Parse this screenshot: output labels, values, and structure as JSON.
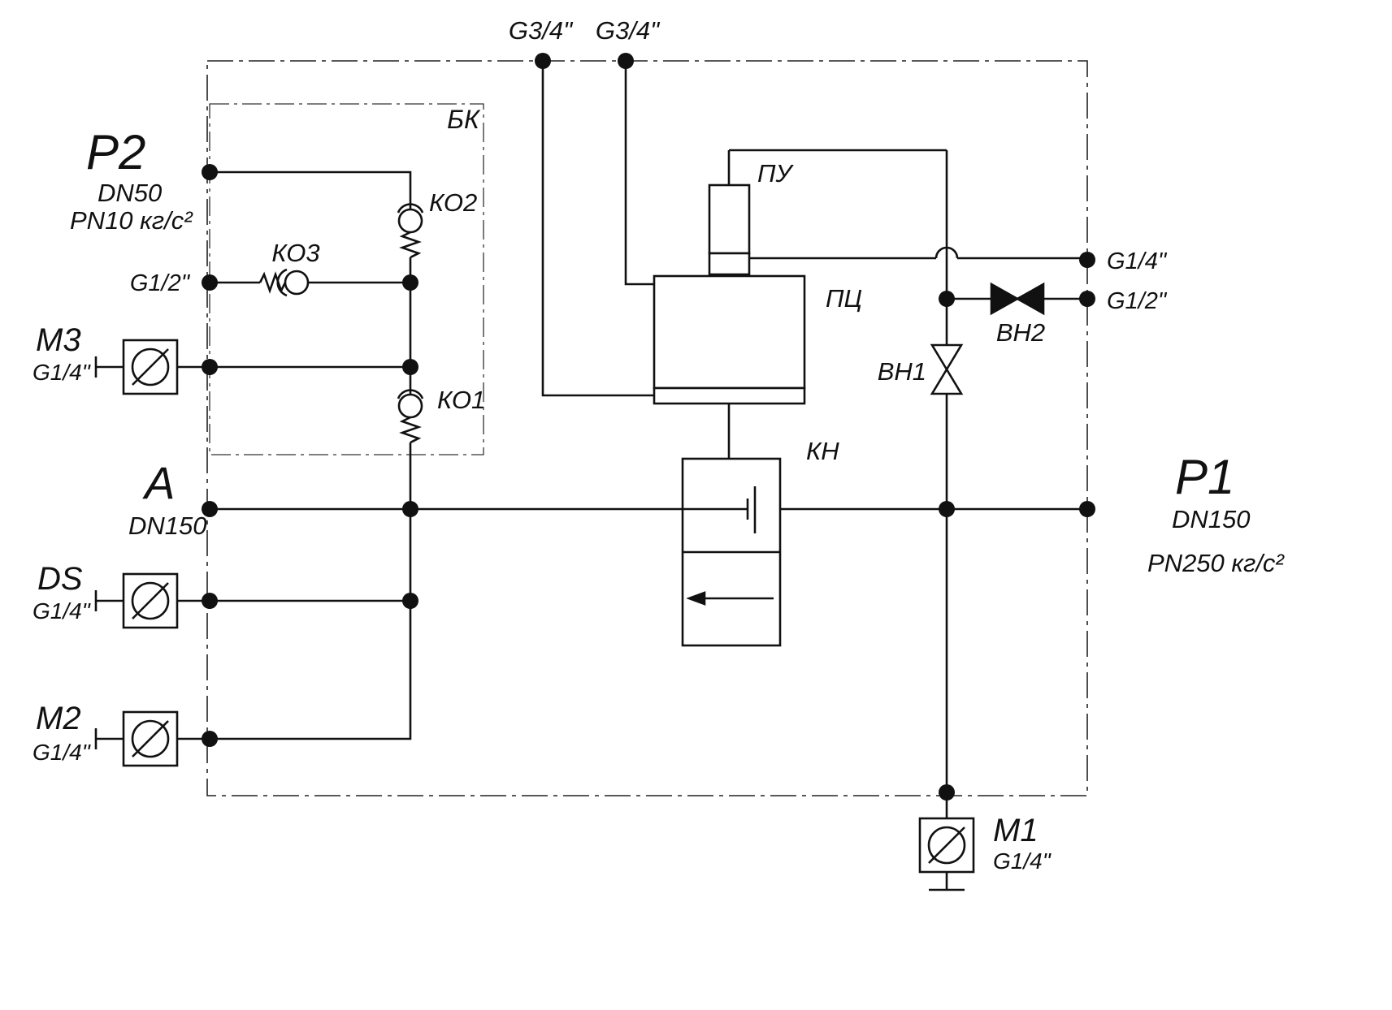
{
  "ports": {
    "g34_a": "G3/4\"",
    "g34_b": "G3/4\"",
    "p2": {
      "name": "P2",
      "dn": "DN50",
      "pn": "PN10 кг/с²"
    },
    "g12_left": "G1/2\"",
    "m3": {
      "name": "М3",
      "size": "G1/4\""
    },
    "a": {
      "name": "А",
      "dn": "DN150"
    },
    "ds": {
      "name": "DS",
      "size": "G1/4\""
    },
    "m2": {
      "name": "М2",
      "size": "G1/4\""
    },
    "m1": {
      "name": "М1",
      "size": "G1/4\""
    },
    "g14_right": "G1/4\"",
    "g12_right": "G1/2\"",
    "p1": {
      "name": "P1",
      "dn": "DN150",
      "pn": "PN250 кг/с²"
    }
  },
  "components": {
    "bk": "БК",
    "ko1": "КО1",
    "ko2": "КО2",
    "ko3": "КО3",
    "pu": "ПУ",
    "pc": "ПЦ",
    "kn": "КН",
    "vn1": "ВН1",
    "vn2": "ВН2"
  }
}
